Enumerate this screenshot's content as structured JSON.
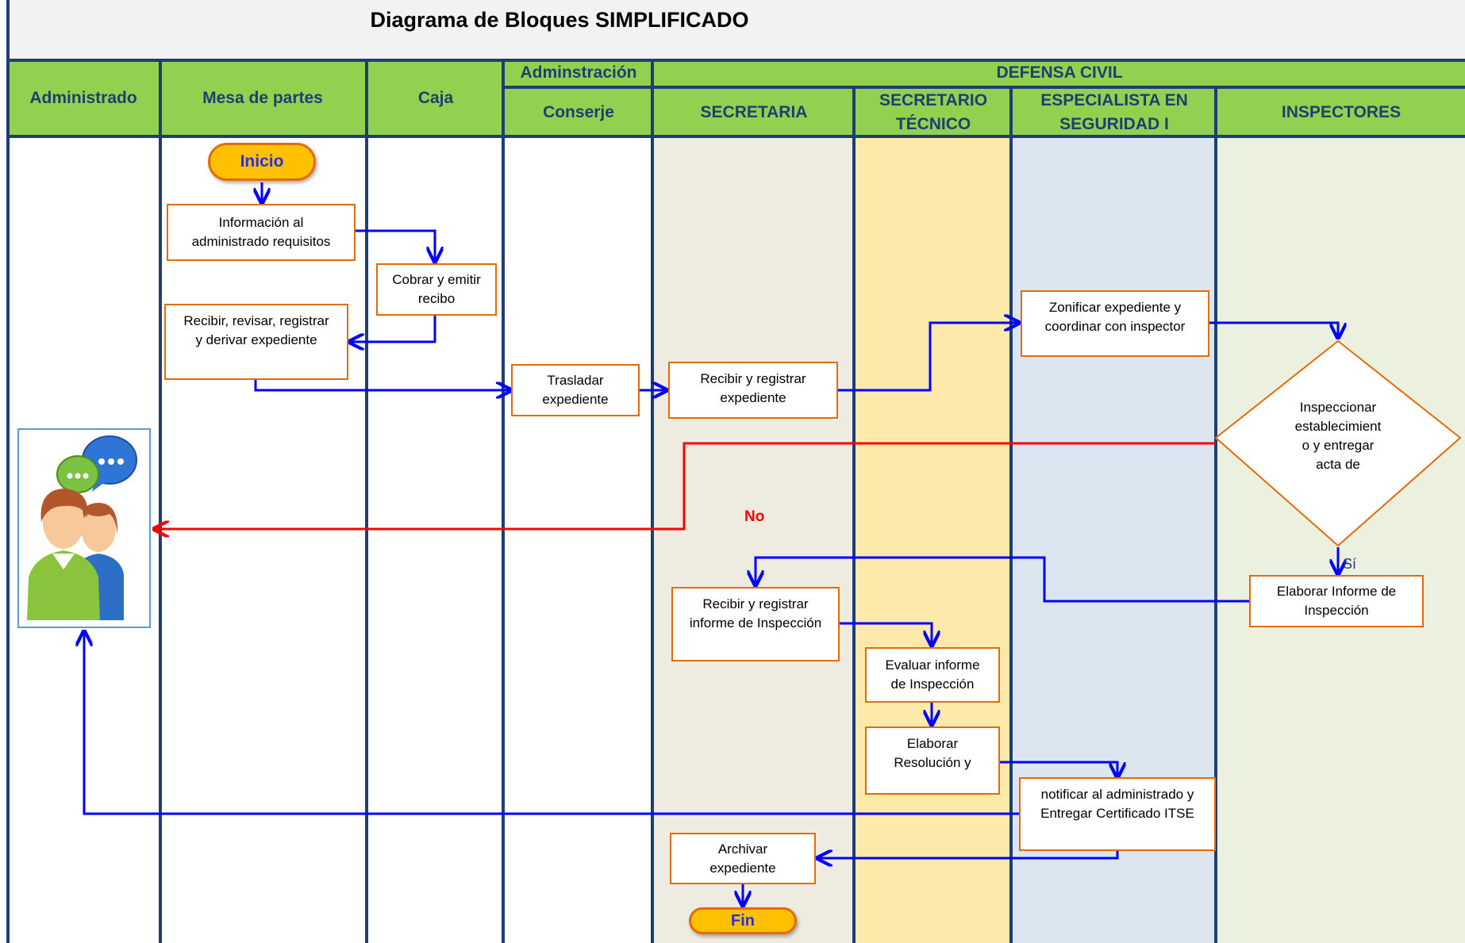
{
  "title": "Diagrama de Bloques  SIMPLIFICADO",
  "headers": {
    "administrado": "Administrado",
    "mesa": "Mesa de partes",
    "caja": "Caja",
    "adm_group": "Adminstración",
    "conserje": "Conserje",
    "defensa_group": "DEFENSA CIVIL",
    "secretaria": "SECRETARIA",
    "secretario_tecnico_1": "SECRETARIO",
    "secretario_tecnico_2": "TÉCNICO",
    "especialista_1": "ESPECIALISTA EN",
    "especialista_2": "SEGURIDAD I",
    "inspectores": "INSPECTORES"
  },
  "nodes": {
    "inicio": "Inicio",
    "fin": "Fin",
    "informacion": [
      "Información al",
      "administrado requisitos"
    ],
    "cobrar": [
      "Cobrar y emitir",
      "recibo"
    ],
    "recibir_revisar": [
      "Recibir, revisar, registrar",
      "y derivar expediente"
    ],
    "trasladar": [
      "Trasladar",
      "expediente"
    ],
    "recibir_registrar": [
      "Recibir y registrar",
      "expediente"
    ],
    "zonificar": [
      "Zonificar  expediente y",
      "coordinar con inspector"
    ],
    "inspeccionar": [
      "Inspeccionar",
      "establecimient",
      "o y entregar",
      "acta de"
    ],
    "elaborar_informe": [
      "Elaborar Informe de",
      "Inspección"
    ],
    "recibir_informe": [
      "Recibir y registrar",
      "informe de Inspección"
    ],
    "evaluar": [
      "Evaluar informe",
      "de Inspección"
    ],
    "elaborar_resolucion": [
      "Elaborar",
      "Resolución y"
    ],
    "notificar": [
      "notificar  al administrado y",
      "Entregar Certificado ITSE"
    ],
    "archivar": [
      "Archivar",
      "expediente"
    ]
  },
  "labels": {
    "no": "No",
    "si": "Sí"
  },
  "colors": {
    "header_green": "#92d050",
    "header_text": "#1f3f73",
    "flow_blue": "#0000ff",
    "flow_red": "#ff0000",
    "box_border": "#e36c09",
    "terminal_fill": "#ffc000",
    "lane_secretaria": "#eeece1",
    "lane_tecnico": "#fde9a9",
    "lane_especialista": "#dce6f1",
    "lane_inspectores": "#ebf1de"
  }
}
